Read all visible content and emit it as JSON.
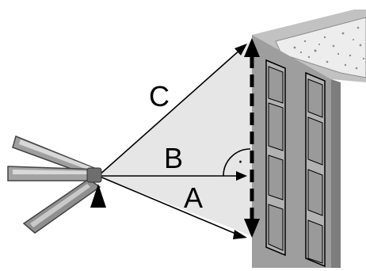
{
  "labels": {
    "a": "A",
    "b": "B",
    "c": "C",
    "right_angle_dot": "·"
  },
  "colors": {
    "sight_fill": "#e6e6e6",
    "wall": "#9a9a9a",
    "wall_light": "#c4c4c4",
    "door": "#a9a9a9",
    "door_dark": "#7c7c7c",
    "ruler": "#a3a3a3",
    "ruler_dark": "#6f6f6f",
    "roof": "#b8b8b8",
    "roof_texture": "#e9e9e9",
    "line": "#000000",
    "tripod": "#000000"
  },
  "icons": [
    "folding-rule-icon",
    "tripod-icon",
    "right-angle-icon",
    "double-arrow-icon",
    "house-icon"
  ]
}
